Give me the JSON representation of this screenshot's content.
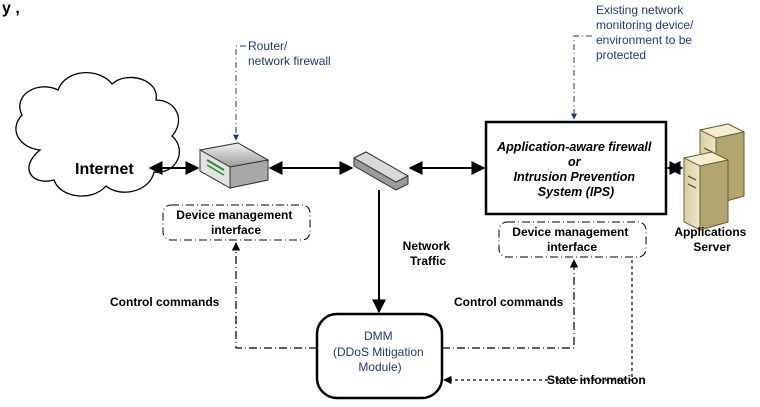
{
  "header_fragment": "y ,",
  "internet": "Internet",
  "router_note": [
    "Router/",
    "network firewall"
  ],
  "existing_note": [
    "Existing network",
    "monitoring device/",
    "environment to be",
    "protected"
  ],
  "firewall_box": [
    "Application-aware firewall",
    "or",
    "Intrusion Prevention",
    "System (IPS)"
  ],
  "app_server": [
    "Applications",
    "Server"
  ],
  "left_mgmt": [
    "Device management",
    "interface"
  ],
  "right_mgmt": [
    "Device management",
    "interface"
  ],
  "network_traffic": [
    "Network",
    "Traffic"
  ],
  "control_left": "Control commands",
  "control_right": "Control commands",
  "dmm": [
    "DMM",
    "(DDoS Mitigation",
    "Module)"
  ],
  "state_info": "State information",
  "colors": {
    "line": "#000000",
    "note_text": "#1f3a6e",
    "note_arrow": "#1f3a6e"
  }
}
